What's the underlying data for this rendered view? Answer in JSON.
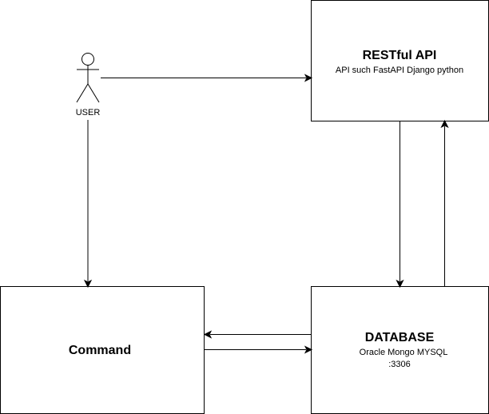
{
  "diagram": {
    "user": {
      "label": "USER"
    },
    "restful_api": {
      "title": "RESTful API",
      "subtitle": "API  such FastAPI Django   python"
    },
    "command": {
      "title": "Command"
    },
    "database": {
      "title": "DATABASE",
      "line1": "Oracle Mongo MYSQL",
      "line2": ":3306"
    },
    "colors": {
      "stroke": "#000000",
      "background": "#ffffff"
    }
  }
}
